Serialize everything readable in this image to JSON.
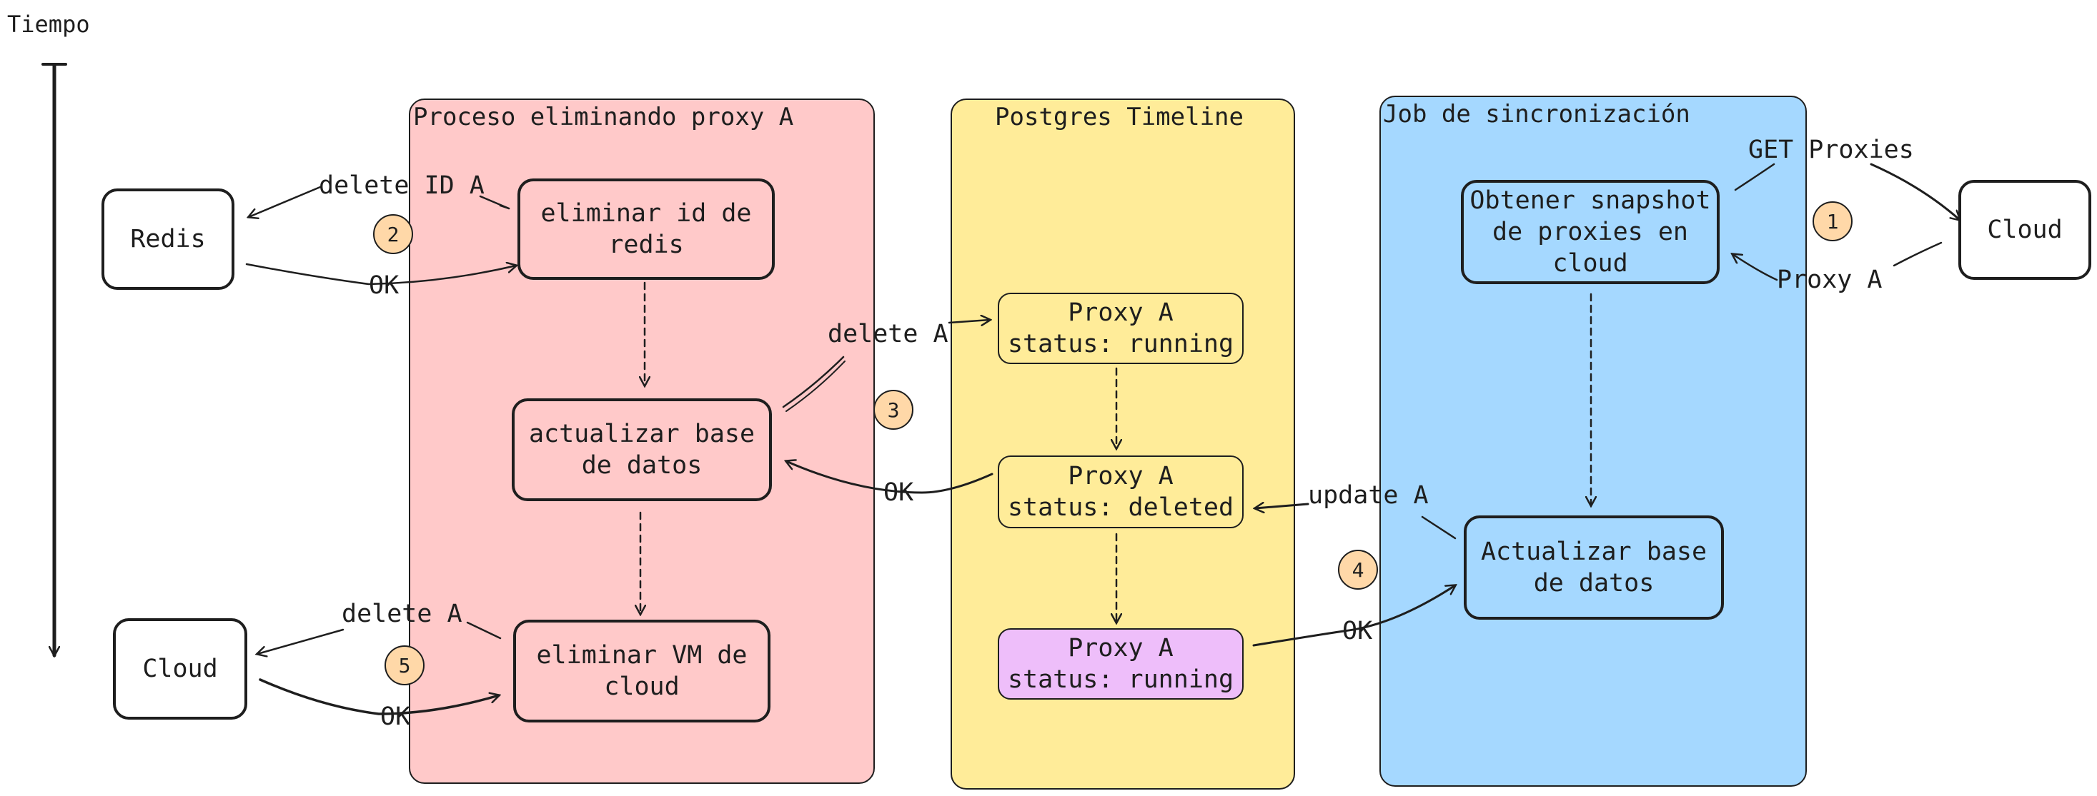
{
  "colors": {
    "red": "#ffc9c9",
    "yellow": "#ffec99",
    "blue": "#a5d8ff",
    "purple": "#eebefa",
    "badge": "#ffd8a8",
    "stroke": "#1e1e1e"
  },
  "time_label": "Tiempo",
  "panels": {
    "delete_process": "Proceso eliminando proxy A",
    "postgres": "Postgres Timeline",
    "sync_job": "Job de sincronización"
  },
  "nodes": {
    "redis": "Redis",
    "cloud_left": "Cloud",
    "cloud_right": "Cloud",
    "remove_redis": "eliminar id de\nredis",
    "update_db_left": "actualizar base\nde datos",
    "remove_vm": "eliminar VM de\ncloud",
    "proxy_running_1": "Proxy A\nstatus: running",
    "proxy_deleted": "Proxy A\nstatus: deleted",
    "proxy_running_2": "Proxy A\nstatus: running",
    "snapshot": "Obtener snapshot\nde proxies en\ncloud",
    "update_db_right": "Actualizar base\nde datos"
  },
  "edge_labels": {
    "delete_id_a": "delete ID A",
    "ok_redis": "OK",
    "delete_a_pg": "delete A",
    "ok_pg": "OK",
    "delete_a_cloud": "delete A",
    "ok_cloud": "OK",
    "update_a": "update A",
    "ok_sync": "OK",
    "get_proxies": "GET Proxies",
    "proxy_a": "Proxy A"
  },
  "badges": [
    "1",
    "2",
    "3",
    "4",
    "5"
  ]
}
